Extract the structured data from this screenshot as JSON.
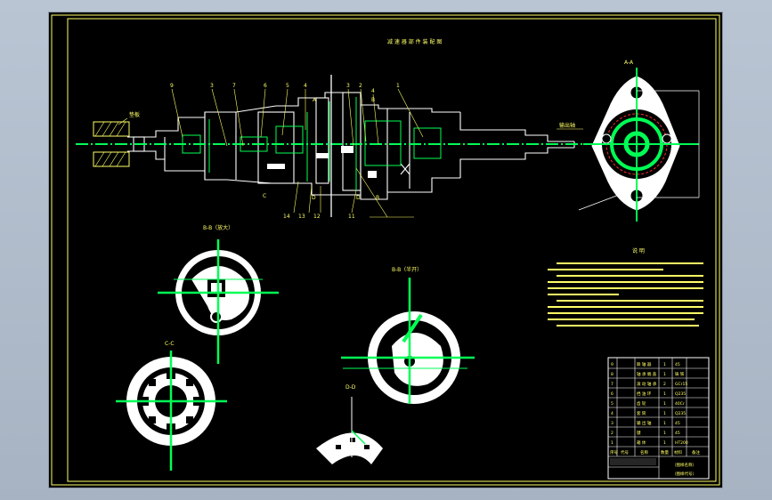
{
  "title_main": "减 速 器 部 件 装 配 图",
  "view_labels": {
    "a_a": "A-A",
    "b_b": "B-B（放大）",
    "b_b_half": "B-B（半开）",
    "c_c": "C-C",
    "d_d": "D-D"
  },
  "callouts": [
    "9",
    "3",
    "7",
    "6",
    "5",
    "4",
    "3",
    "2",
    "4",
    "1"
  ],
  "section_letters": [
    "A",
    "B",
    "B",
    "C",
    "D",
    "D"
  ],
  "bottom_callouts": [
    "14",
    "13",
    "12",
    "11"
  ],
  "left_tag": "垫板",
  "right_tag": "输出轴",
  "notes_title": "说 明",
  "bom": {
    "rows": [
      [
        "9",
        "联 轴 器",
        "1",
        "45"
      ],
      [
        "8",
        "轴 承 端 盖",
        "1",
        "铸 铁"
      ],
      [
        "7",
        "滚 动 轴 承",
        "2",
        "GCr15"
      ],
      [
        "6",
        "挡 油 环",
        "1",
        "Q235"
      ],
      [
        "5",
        "齿 轮",
        "1",
        "40Cr"
      ],
      [
        "4",
        "套 筒",
        "1",
        "Q235"
      ],
      [
        "3",
        "输 出 轴",
        "1",
        "45"
      ],
      [
        "2",
        "键",
        "1",
        "45"
      ],
      [
        "1",
        "箱 体",
        "1",
        "HT200"
      ]
    ],
    "header": [
      "序号",
      "代号",
      "名称",
      "数量",
      "材料",
      "备注"
    ],
    "title_block": [
      "（图样名称）",
      "（图样代号）"
    ]
  }
}
